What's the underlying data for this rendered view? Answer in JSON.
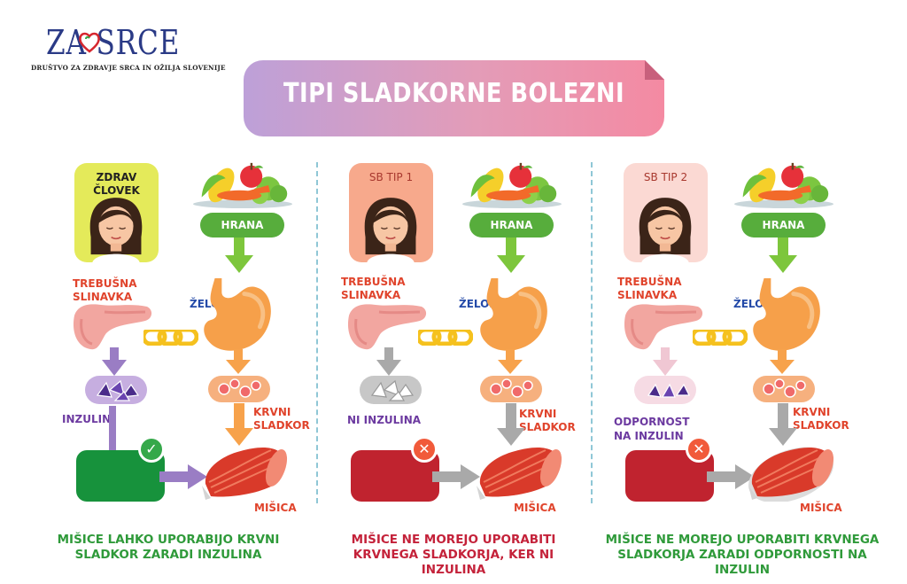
{
  "logo": {
    "name": "ZA SRCE",
    "subtitle": "DRUŠTVO ZA ZDRAVJE SRCA IN OŽILJA SLOVENIJE"
  },
  "banner": {
    "title": "TIPI SLADKORNE BOLEZNI"
  },
  "panels": [
    {
      "card_label": "ZDRAV ČLOVEK",
      "food_label": "HRANA",
      "pancreas_label": "TREBUŠNA SLINAVKA",
      "stomach_label": "ŽELODEC",
      "insulin_label": "INZULIN",
      "blood_sugar_label": "KRVNI SLADKOR",
      "muscle_label": "MIŠICA",
      "caption": "MIŠICE LAHKO UPORABIJO KRVNI SLADKOR ZARADI INZULINA",
      "status": "ok"
    },
    {
      "card_label": "SB TIP 1",
      "food_label": "HRANA",
      "pancreas_label": "TREBUŠNA SLINAVKA",
      "stomach_label": "ŽELODEC",
      "insulin_label": "NI INZULINA",
      "blood_sugar_label": "KRVNI SLADKOR",
      "muscle_label": "MIŠICA",
      "caption": "MIŠICE NE MOREJO UPORABITI KRVNEGA SLADKORJA, KER NI INZULINA",
      "status": "fail"
    },
    {
      "card_label": "SB TIP 2",
      "food_label": "HRANA",
      "pancreas_label": "TREBUŠNA SLINAVKA",
      "stomach_label": "ŽELODEC",
      "insulin_label": "ODPORNOST NA INZULIN",
      "blood_sugar_label": "KRVNI SLADKOR",
      "muscle_label": "MIŠICA",
      "caption": "MIŠICE NE MOREJO UPORABITI KRVNEGA SLADKORJA ZARADI ODPORNOSTI NA INZULIN",
      "status": "fail"
    }
  ],
  "colors": {
    "ok": "#17923c",
    "fail": "#c0232f",
    "arrow_green": "#7dc63c",
    "arrow_orange": "#f7a24b",
    "arrow_purple": "#9a7dc4",
    "arrow_grey": "#a9a9a9",
    "arrow_pink": "#f0c7d3"
  }
}
